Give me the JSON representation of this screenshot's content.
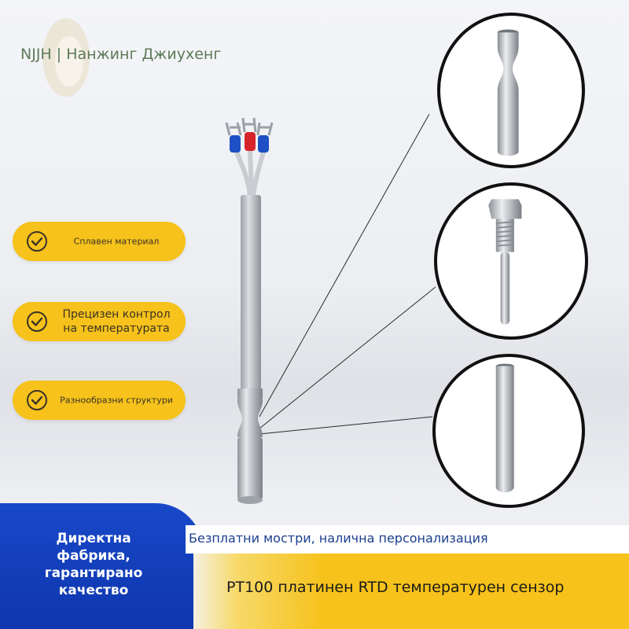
{
  "brand": {
    "name": "NJJH | Нанжинг Джиухенг"
  },
  "features": [
    {
      "label": "Сплавен материал"
    },
    {
      "label_line1": "Прецизен контрол",
      "label_line2": "на температурата"
    },
    {
      "label": "Разнообразни структури"
    }
  ],
  "banner": {
    "factory_line1": "Директна",
    "factory_line2": "фабрика,",
    "factory_line3": "гарантирано",
    "factory_line4": "качество",
    "samples": "Безплатни мостри, налична персонализация",
    "product": "PT100 платинен RTD температурен сензор"
  },
  "colors": {
    "accent_yellow": "#f6c21b",
    "accent_blue": "#1848c9",
    "brand_green": "#5d7a58"
  }
}
